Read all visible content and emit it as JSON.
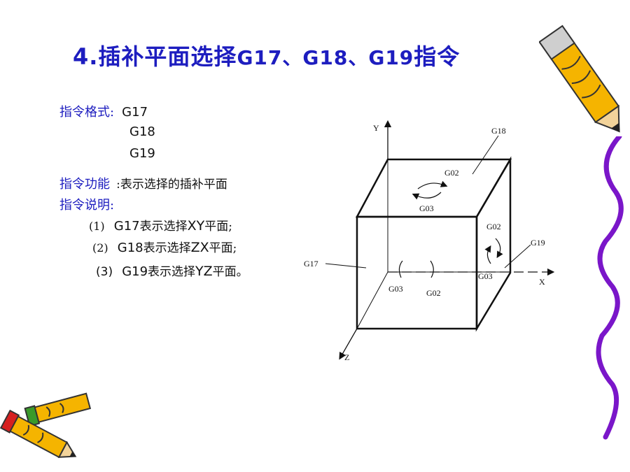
{
  "title": {
    "number": "4.",
    "main": "插补平面选择",
    "codes": "G17、G18、G19",
    "suffix": "指令"
  },
  "format": {
    "label": "指令格式:",
    "codes": [
      "G17",
      "G18",
      "G19"
    ]
  },
  "function": {
    "label": "指令功能",
    "text": ":表示选择的插补平面"
  },
  "explain": {
    "label": "指令说明:",
    "items": [
      {
        "idx": "(1)",
        "code": "G17",
        "pre": "表示选择",
        "plane": "XY",
        "post": "平面;"
      },
      {
        "idx": "(2)",
        "code": "G18",
        "pre": "表示选择",
        "plane": "ZX",
        "post": "平面;"
      },
      {
        "idx": "(3)",
        "code": "G19",
        "pre": "表示选择",
        "plane": "YZ",
        "post": "平面。"
      }
    ]
  },
  "diagram": {
    "axes": {
      "y": "Y",
      "x": "X",
      "z": "Z"
    },
    "plane_labels": {
      "top": "G18",
      "right": "G19",
      "left": "G17"
    },
    "arc_labels": {
      "top_cw": "G02",
      "top_ccw": "G03",
      "right_cw": "G02",
      "right_ccw": "G03",
      "front_ccw": "G03",
      "front_cw": "G02"
    }
  }
}
